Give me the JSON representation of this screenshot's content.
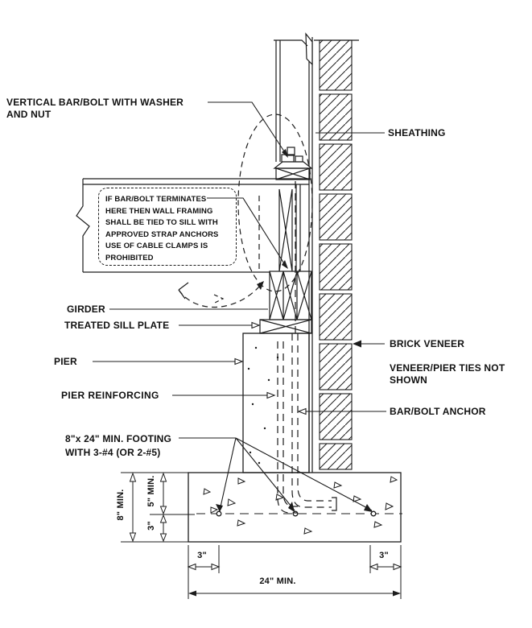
{
  "title": "pier and footing anchorage construction detail",
  "labels": {
    "vertical_bar_bolt": "VERTICAL BAR/BOLT WITH WASHER\nAND NUT",
    "note_box": "IF BAR/BOLT TERMINATES\nHERE THEN WALL FRAMING\nSHALL BE TIED TO SILL WITH\nAPPROVED STRAP ANCHORS\nUSE OF CABLE CLAMPS IS\nPROHIBITED",
    "sheathing": "SHEATHING",
    "girder": "GIRDER",
    "treated_sill_plate": "TREATED SILL PLATE",
    "pier": "PIER",
    "pier_reinforcing": "PIER REINFORCING",
    "brick_veneer": "BRICK VENEER",
    "veneer_pier_ties": "VENEER/PIER TIES NOT\nSHOWN",
    "bar_bolt_anchor": "BAR/BOLT ANCHOR",
    "footing": "8\"x 24\" MIN. FOOTING\nWITH 3-#4 (OR 2-#5)"
  },
  "dimensions": {
    "footing_height": "8\" MIN.",
    "footing_upper": "5\" MIN.",
    "footing_lower": "3\"",
    "edge_left": "3\"",
    "edge_right": "3\"",
    "footing_width": "24\" MIN."
  },
  "colors": {
    "line": "#1c1c1c",
    "background": "#ffffff",
    "text": "#111111"
  }
}
